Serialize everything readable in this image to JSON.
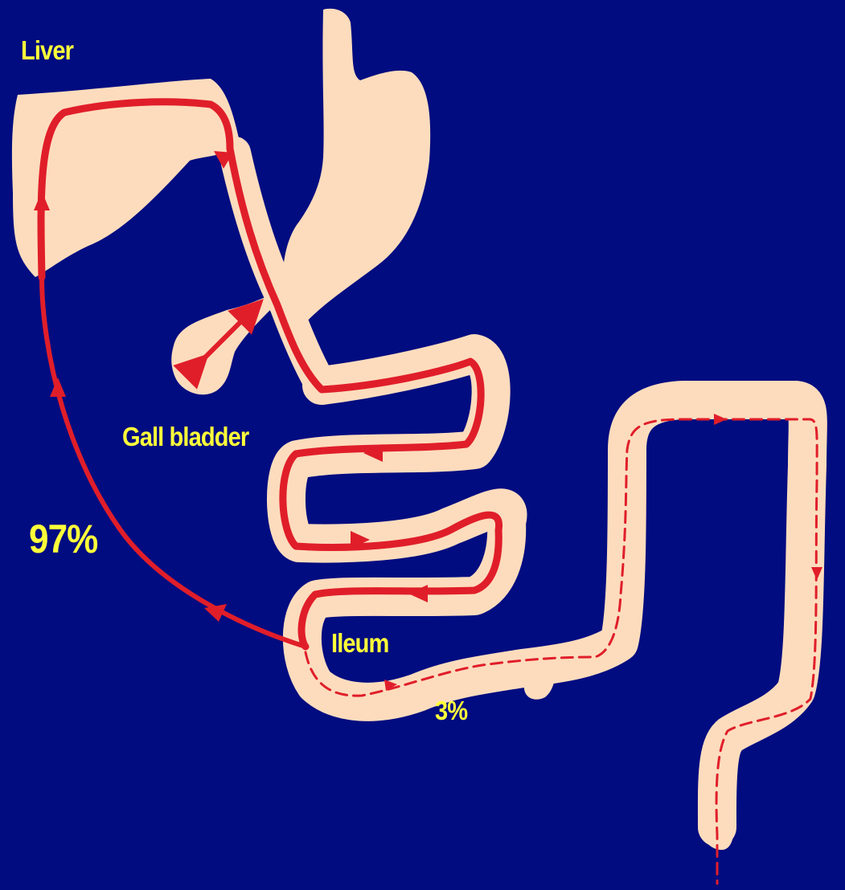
{
  "labels": {
    "liver": "Liver",
    "gall_bladder": "Gall bladder",
    "reabsorbed_percent": "97%",
    "ileum": "Ileum",
    "excreted_percent": "3%"
  },
  "colors": {
    "background": "#000c80",
    "organ": "#fddcbd",
    "flow": "#e01e2a",
    "label": "#ffff3a"
  }
}
